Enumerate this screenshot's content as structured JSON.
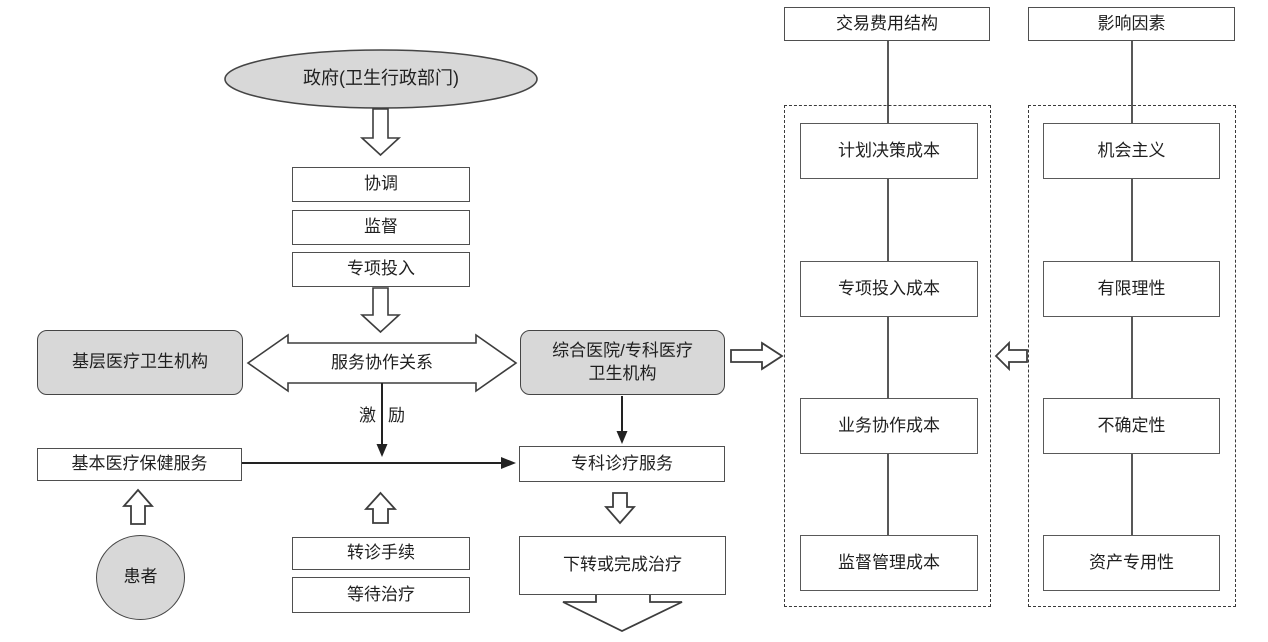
{
  "figure": {
    "government_label": "政府(卫生行政部门)",
    "gov_tools": [
      "协调",
      "监督",
      "专项投入"
    ],
    "service_relation_label": "服务协作关系",
    "incentive": {
      "left": "激",
      "right": "励"
    },
    "primary_org_label": "基层医疗卫生机构",
    "hospital_org": {
      "line1": "综合医院/专科医疗",
      "line2": "卫生机构"
    },
    "basic_service_label": "基本医疗保健服务",
    "specialist_service_label": "专科诊疗服务",
    "transfer_label": "下转或完成治疗",
    "referral_label": "转诊手续",
    "wait_label": "等待治疗",
    "patient_label": "患者",
    "cost_panel": {
      "title": "交易费用结构",
      "items": [
        "计划决策成本",
        "专项投入成本",
        "业务协作成本",
        "监督管理成本"
      ]
    },
    "factor_panel": {
      "title": "影响因素",
      "items": [
        "机会主义",
        "有限理性",
        "不确定性",
        "资产专用性"
      ]
    },
    "colors": {
      "shape_fill": "#d8d8d8",
      "outline": "#454545",
      "line": "#2e2e2e"
    }
  }
}
